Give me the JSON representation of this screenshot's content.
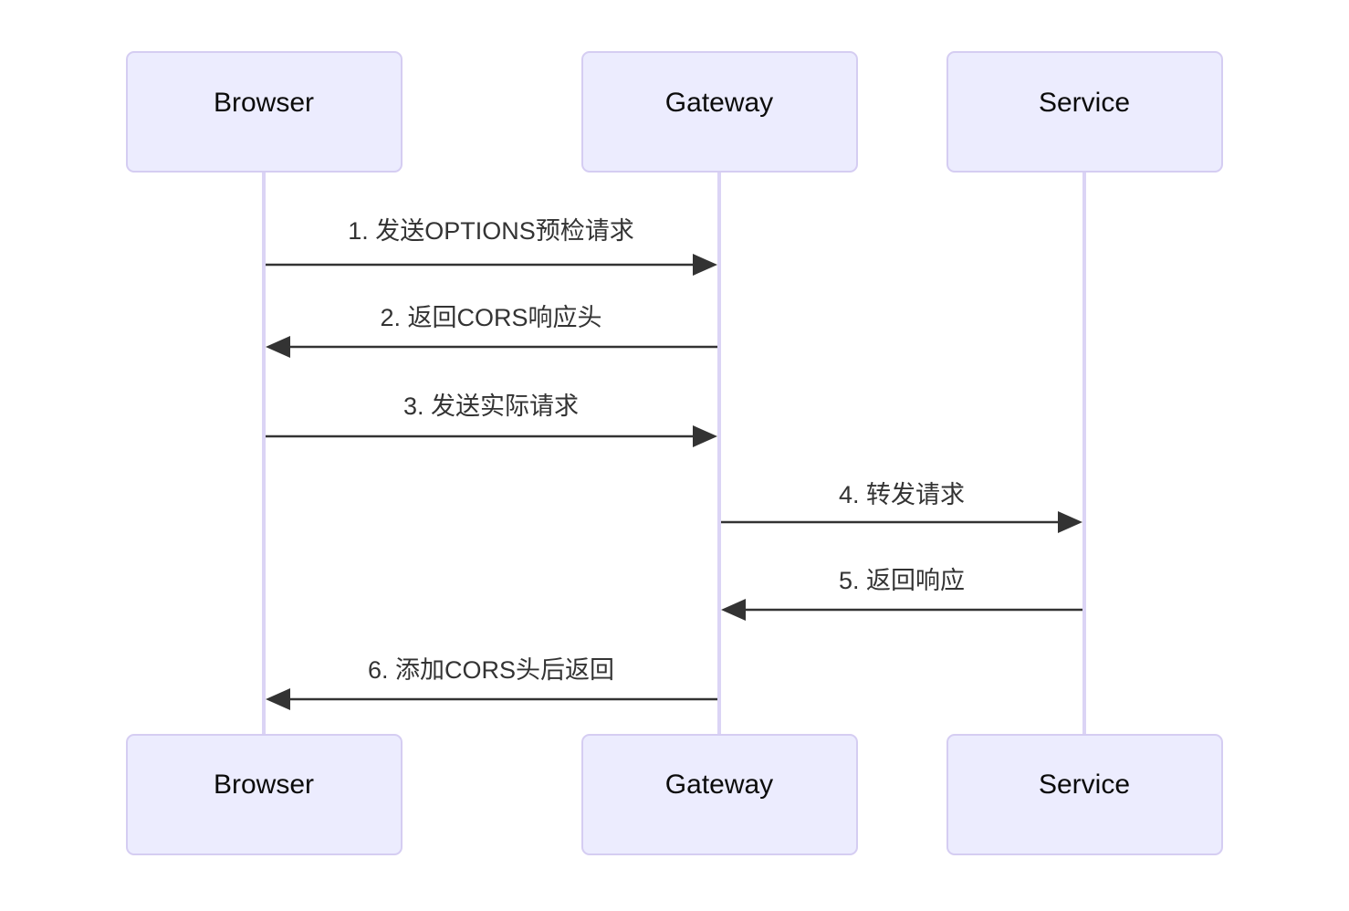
{
  "diagram": {
    "type": "sequence-diagram",
    "title": "",
    "background_color": "#FFFFFF",
    "actor_fill_color": "#ECECFE",
    "actor_border_color": "#D5CDF2",
    "lifeline_color": "#DBD4F5",
    "arrow_color": "#333333",
    "actors": [
      {
        "id": "browser",
        "label": "Browser"
      },
      {
        "id": "gateway",
        "label": "Gateway"
      },
      {
        "id": "service",
        "label": "Service"
      }
    ],
    "actors_bottom": [
      {
        "id": "browser-bottom",
        "label": "Browser"
      },
      {
        "id": "gateway-bottom",
        "label": "Gateway"
      },
      {
        "id": "service-bottom",
        "label": "Service"
      }
    ],
    "messages": [
      {
        "index": "1",
        "label": "1. 发送OPTIONS预检请求",
        "from": "browser",
        "to": "gateway",
        "direction": "right"
      },
      {
        "index": "2",
        "label": "2. 返回CORS响应头",
        "from": "gateway",
        "to": "browser",
        "direction": "left"
      },
      {
        "index": "3",
        "label": "3. 发送实际请求",
        "from": "browser",
        "to": "gateway",
        "direction": "right"
      },
      {
        "index": "4",
        "label": "4. 转发请求",
        "from": "gateway",
        "to": "service",
        "direction": "right"
      },
      {
        "index": "5",
        "label": "5. 返回响应",
        "from": "service",
        "to": "gateway",
        "direction": "left"
      },
      {
        "index": "6",
        "label": "6. 添加CORS头后返回",
        "from": "gateway",
        "to": "browser",
        "direction": "left"
      }
    ]
  }
}
